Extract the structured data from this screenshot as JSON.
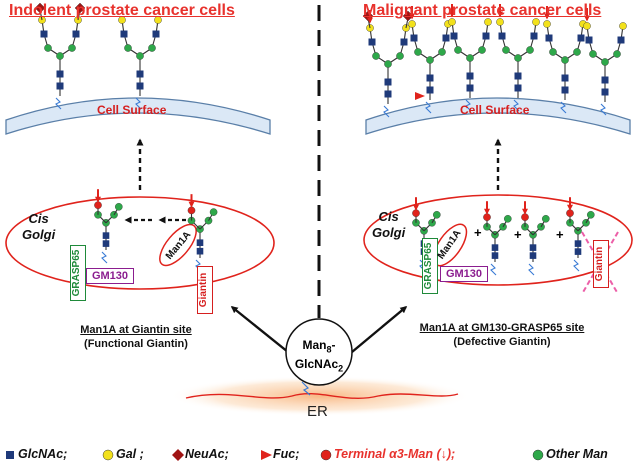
{
  "left_title": "Indolent prostate cancer cells",
  "right_title": "Malignant prostate cancer cells",
  "cell_surface_label": "Cell Surface",
  "cis_label": "Cis",
  "golgi_label": "Golgi",
  "grasp65_label": "GRASP65",
  "gm130_label": "GM130",
  "giantin_label": "Giantin",
  "man1a_label": "Man1A",
  "left_site": {
    "line1": "Man1A at Giantin site",
    "line2": "(Functional Giantin)"
  },
  "right_site": {
    "line1": "Man1A at GM130-GRASP65 site",
    "line2": "(Defective Giantin)"
  },
  "er_vesicle": {
    "prefix": "Man",
    "sub1": "8",
    "dash": "-",
    "line2": "GlcNAc",
    "sub2": "2"
  },
  "er_label": "ER",
  "plus_sign": "+",
  "legend": [
    {
      "symbol": "square",
      "color": "#1f3a7a",
      "icon": "glcnac-square-icon",
      "label": "GlcNAc;"
    },
    {
      "symbol": "circle",
      "color": "#f2e11c",
      "icon": "gal-circle-icon",
      "label": "Gal ;"
    },
    {
      "symbol": "diamond",
      "color": "#a01414",
      "icon": "neuac-diamond-icon",
      "label": "NeuAc;"
    },
    {
      "symbol": "triangle",
      "color": "#e0231c",
      "icon": "fuc-triangle-icon",
      "label": "Fuc;"
    },
    {
      "symbol": "circle",
      "color": "#e0231c",
      "icon": "terminal-man-circle-icon",
      "label": "Terminal α3-Man (↓);"
    },
    {
      "symbol": "circle",
      "color": "#2ea84a",
      "icon": "other-man-circle-icon",
      "label": "Other Man"
    }
  ],
  "colors": {
    "title_red": "#e8322d",
    "membrane_fill": "#dbe8f6",
    "membrane_stroke": "#5a7fa8",
    "golgi_outline": "#e0231c",
    "glcnac": "#1f3a7a",
    "gal": "#f2e11c",
    "neuac": "#a01414",
    "fuc": "#e0231c",
    "terminal_man": "#e0231c",
    "other_man": "#2ea84a",
    "er_glow": "#f6a25e"
  }
}
